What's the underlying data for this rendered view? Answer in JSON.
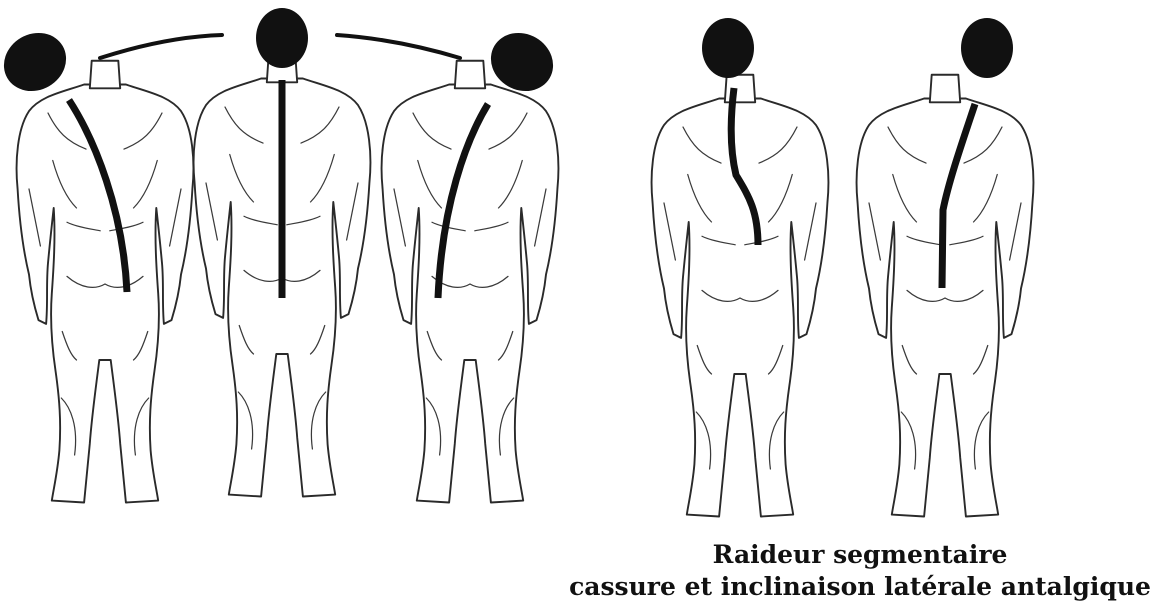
{
  "caption": {
    "line1": "Raideur segmentaire",
    "line2": "cassure et inclinaison latérale antalgique"
  },
  "figures": [
    {
      "id": "figure-1",
      "posture": "neck-tilted-left",
      "spine": "curved"
    },
    {
      "id": "figure-2",
      "posture": "upright",
      "spine": "straight"
    },
    {
      "id": "figure-3",
      "posture": "neck-tilted-right",
      "spine": "curved"
    },
    {
      "id": "figure-4",
      "posture": "antalgic-lateral-inclination",
      "spine": "broken-s-curve"
    },
    {
      "id": "figure-5",
      "posture": "segmental-stiffness",
      "spine": "straight-inclined"
    }
  ],
  "colors": {
    "ink": "#111111",
    "outline": "#2a2a2a",
    "background": "#ffffff"
  }
}
